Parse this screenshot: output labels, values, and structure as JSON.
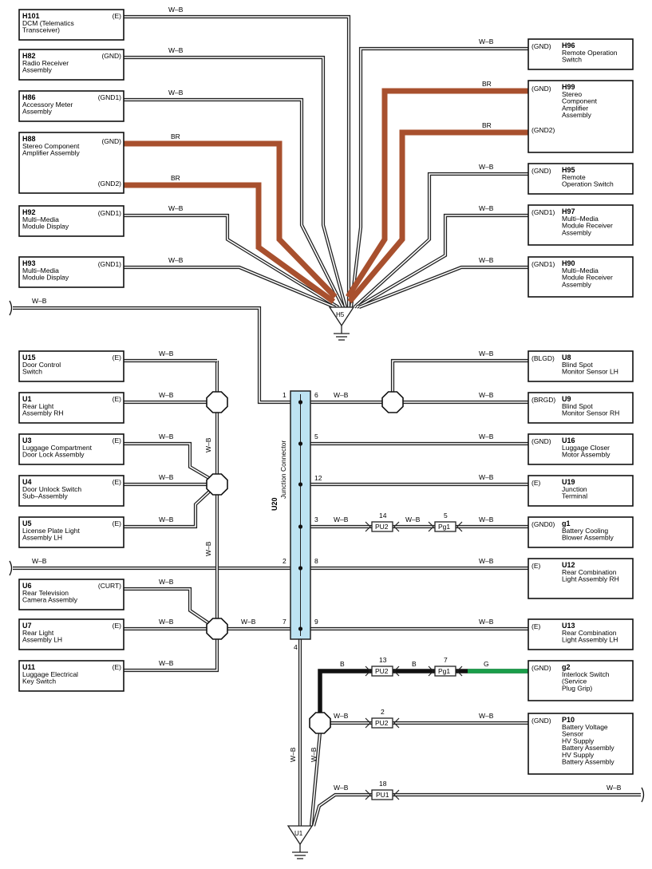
{
  "colors": {
    "wb_outer": "#222222",
    "br": "#a8502e",
    "b": "#111111",
    "g": "#1a9e4a",
    "junction_fill": "#bde3f2"
  },
  "components": [
    {
      "id": "H101",
      "lines": [
        "DCM (Telematics",
        "Transceiver)"
      ],
      "pin": "(E)"
    },
    {
      "id": "H82",
      "lines": [
        "Radio Receiver",
        "Assembly"
      ],
      "pin": "(GND)"
    },
    {
      "id": "H86",
      "lines": [
        "Accessory Meter",
        "Assembly"
      ],
      "pin": "(GND1)"
    },
    {
      "id": "H88",
      "lines": [
        "Stereo Component",
        "Amplifier Assembly"
      ],
      "pin": "(GND)",
      "pin2": "(GND2)"
    },
    {
      "id": "H92",
      "lines": [
        "Multi–Media",
        "Module Display"
      ],
      "pin": "(GND1)"
    },
    {
      "id": "H93",
      "lines": [
        "Multi–Media",
        "Module Display"
      ],
      "pin": "(GND1)"
    },
    {
      "id": "H96",
      "lines": [
        "Remote Operation",
        "Switch"
      ],
      "pin": "(GND)"
    },
    {
      "id": "H99",
      "lines": [
        "Stereo",
        "Component",
        "Amplifier",
        "Assembly"
      ],
      "pin": "(GND)",
      "pin2": "(GND2)"
    },
    {
      "id": "H95",
      "lines": [
        "Remote",
        "Operation Switch"
      ],
      "pin": "(GND)"
    },
    {
      "id": "H97",
      "lines": [
        "Multi–Media",
        "Module Receiver",
        "Assembly"
      ],
      "pin": "(GND1)"
    },
    {
      "id": "H90",
      "lines": [
        "Multi–Media",
        "Module Receiver",
        "Assembly"
      ],
      "pin": "(GND1)"
    },
    {
      "id": "U15",
      "lines": [
        "Door Control",
        "Switch"
      ],
      "pin": "(E)"
    },
    {
      "id": "U1",
      "lines": [
        "Rear Light",
        "Assembly RH"
      ],
      "pin": "(E)"
    },
    {
      "id": "U3",
      "lines": [
        "Luggage Compartment",
        "Door Lock Assembly"
      ],
      "pin": "(E)"
    },
    {
      "id": "U4",
      "lines": [
        "Door Unlock Switch",
        "Sub–Assembly"
      ],
      "pin": "(E)"
    },
    {
      "id": "U5",
      "lines": [
        "License Plate Light",
        "Assembly LH"
      ],
      "pin": "(E)"
    },
    {
      "id": "U6",
      "lines": [
        "Rear Television",
        "Camera Assembly"
      ],
      "pin": "(CURT)"
    },
    {
      "id": "U7",
      "lines": [
        "Rear Light",
        "Assembly LH"
      ],
      "pin": "(E)"
    },
    {
      "id": "U11",
      "lines": [
        "Luggage Electrical",
        "Key Switch"
      ],
      "pin": "(E)"
    },
    {
      "id": "U8",
      "lines": [
        "Blind Spot",
        "Monitor Sensor LH"
      ],
      "pin": "(BLGD)"
    },
    {
      "id": "U9",
      "lines": [
        "Blind Spot",
        "Monitor Sensor RH"
      ],
      "pin": "(BRGD)"
    },
    {
      "id": "U16",
      "lines": [
        "Luggage Closer",
        "Motor Assembly"
      ],
      "pin": "(GND)"
    },
    {
      "id": "U19",
      "lines": [
        "Junction",
        "Terminal"
      ],
      "pin": "(E)"
    },
    {
      "id": "g1",
      "lines": [
        "Battery Cooling",
        "Blower Assembly"
      ],
      "pin": "(GND0)"
    },
    {
      "id": "U12",
      "lines": [
        "Rear Combination",
        "Light Assembly RH"
      ],
      "pin": "(E)"
    },
    {
      "id": "U13",
      "lines": [
        "Rear Combination",
        "Light Assembly LH"
      ],
      "pin": "(E)"
    },
    {
      "id": "g2",
      "lines": [
        "Interlock Switch",
        "(Service",
        " Plug Grip)"
      ],
      "pin": "(GND)"
    },
    {
      "id": "P10",
      "lines": [
        "Battery Voltage",
        "Sensor",
        "HV Supply",
        "Battery Assembly",
        "HV Supply",
        "Battery Assembly"
      ],
      "pin": "(GND)"
    }
  ],
  "wire_labels": {
    "wb": "W–B",
    "br": "BR",
    "b": "B",
    "g": "G"
  },
  "junction": {
    "code": "U20",
    "name": "Junction Connector",
    "pins": [
      "1",
      "6",
      "5",
      "12",
      "3",
      "2",
      "8",
      "7",
      "9",
      "4"
    ]
  },
  "grounds": {
    "h5": "H5",
    "u1": "U1"
  },
  "connectors": {
    "pu2_a": {
      "name": "PU2",
      "pin": "14"
    },
    "pg1_a": {
      "name": "Pg1",
      "pin": "5"
    },
    "pu2_b": {
      "name": "PU2",
      "pin": "13"
    },
    "pg1_b": {
      "name": "Pg1",
      "pin": "7"
    },
    "pu2_c": {
      "name": "PU2",
      "pin": "2"
    },
    "pu1": {
      "name": "PU1",
      "pin": "18"
    }
  }
}
